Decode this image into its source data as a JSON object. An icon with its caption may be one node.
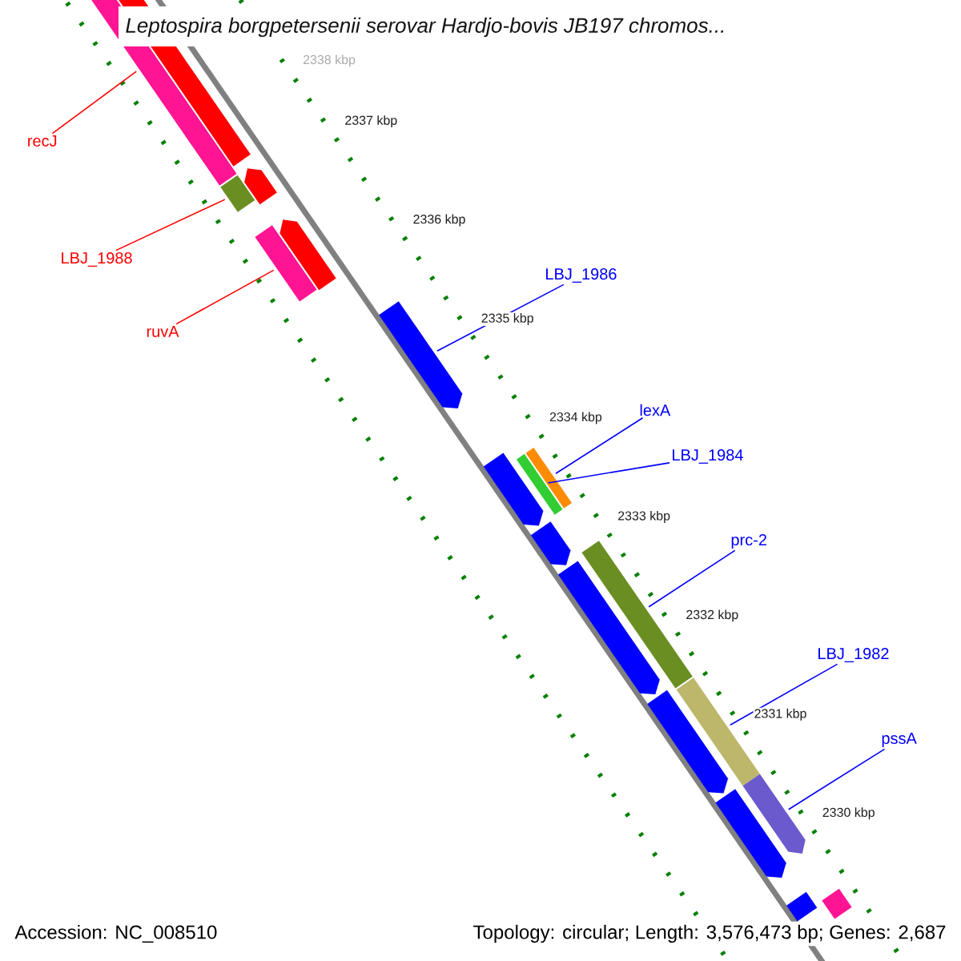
{
  "diagram": {
    "title": "Leptospira borgpetersenii serovar Hardjo-bovis JB197 chromos...",
    "nodes": [
      {
        "text": [
          "recJ"
        ]
      },
      {
        "text": [
          "LBJ_1988"
        ]
      },
      {
        "text": [
          "ruvA"
        ]
      },
      {
        "text": [
          "LBJ_1986"
        ]
      },
      {
        "text": [
          "lexA"
        ]
      },
      {
        "text": [
          "LBJ_1984"
        ]
      },
      {
        "text": [
          "prc-2"
        ]
      },
      {
        "text": [
          "LBJ_1982"
        ]
      },
      {
        "text": [
          "pssA"
        ]
      },
      {
        "text": [],
        "shape": "bar"
      },
      {
        "text": [],
        "shape": "bar"
      },
      {
        "text": [],
        "shape": "bar"
      },
      {
        "text": [],
        "shape": "arrow"
      },
      {
        "text": [],
        "shape": "bar"
      },
      {
        "text": [],
        "shape": "arrow"
      },
      {
        "text": [],
        "shape": "arrow"
      },
      {
        "text": [],
        "shape": "arrow"
      },
      {
        "text": [],
        "shape": "bar"
      },
      {
        "text": [],
        "shape": "bar"
      },
      {
        "text": [],
        "shape": "arrow"
      },
      {
        "text": [],
        "shape": "bar"
      },
      {
        "text": [],
        "shape": "arrow"
      },
      {
        "text": [],
        "shape": "arrow"
      },
      {
        "text": [],
        "shape": "bar"
      },
      {
        "text": [],
        "shape": "arrow"
      },
      {
        "text": [],
        "shape": "arrow"
      },
      {
        "text": [],
        "shape": "bar"
      },
      {
        "text": [],
        "shape": "bar"
      }
    ],
    "edges": [
      {
        "from": 0,
        "to": 9,
        "arrow": "none",
        "color": "#ff0000"
      },
      {
        "from": 1,
        "to": 11,
        "arrow": "none",
        "color": "#ff0000"
      },
      {
        "from": 2,
        "to": 13,
        "arrow": "none",
        "color": "#ff0000"
      },
      {
        "from": 3,
        "to": 15,
        "arrow": "none"
      },
      {
        "from": 4,
        "to": 18,
        "arrow": "none"
      },
      {
        "from": 5,
        "to": 17,
        "arrow": "none"
      },
      {
        "from": 6,
        "to": 20,
        "arrow": "none"
      },
      {
        "from": 7,
        "to": 23,
        "arrow": "none"
      },
      {
        "from": 8,
        "to": 25,
        "arrow": "none"
      }
    ],
    "labels": [
      "2338 kbp",
      "2337 kbp",
      "2336 kbp",
      "2335 kbp",
      "2334 kbp",
      "2333 kbp",
      "2332 kbp",
      "2331 kbp",
      "2330 kbp",
      "Accession: NC_008510",
      "Topology: circular; Length: 3,576,473 bp; Genes: 2,687"
    ]
  }
}
